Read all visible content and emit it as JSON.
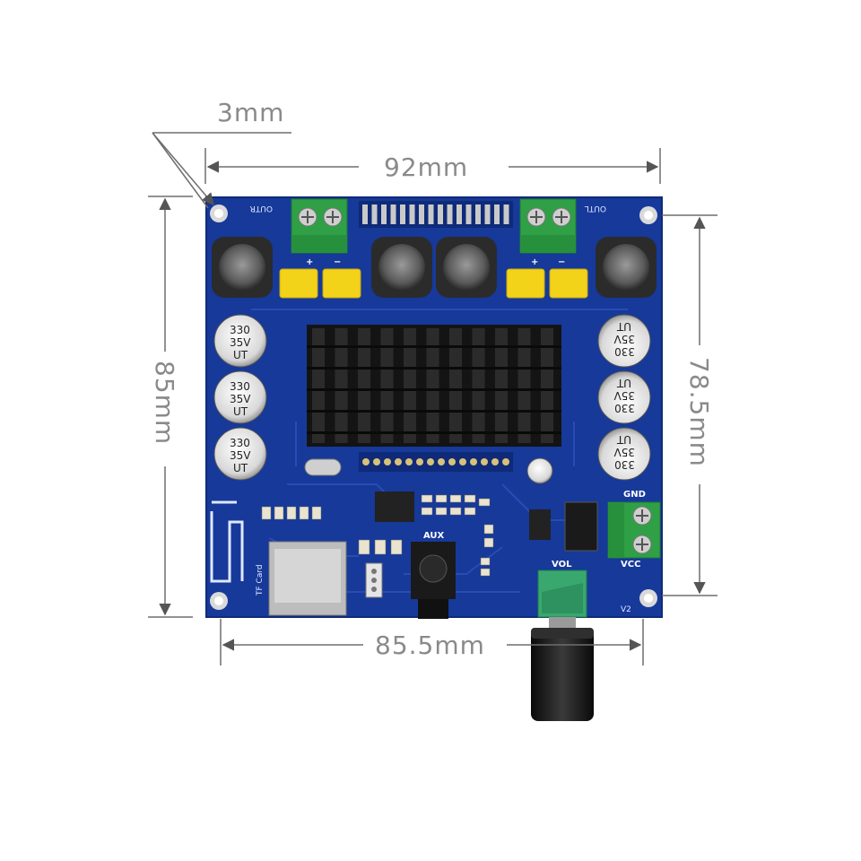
{
  "dimensions": {
    "mounting_offset": "3mm",
    "board_width": "92mm",
    "board_height": "85mm",
    "hole_spacing_vertical": "78.5mm",
    "hole_spacing_horizontal": "85.5mm"
  },
  "board_labels": {
    "out_right": "OUTR",
    "out_left": "OUTL",
    "plus": "+",
    "minus": "−",
    "gnd": "GND",
    "vcc": "VCC",
    "aux": "AUX",
    "vol": "VOL",
    "tf_card": "TF Card",
    "v2": "V2"
  },
  "capacitor_label": {
    "line1": "330",
    "line2": "35V",
    "line3": "UT"
  },
  "colors": {
    "board": "#16399a",
    "heatsink": "#141414",
    "terminal": "#2fa046",
    "film_cap": "#f3d21a",
    "dimension_line": "#6e6e6e"
  }
}
